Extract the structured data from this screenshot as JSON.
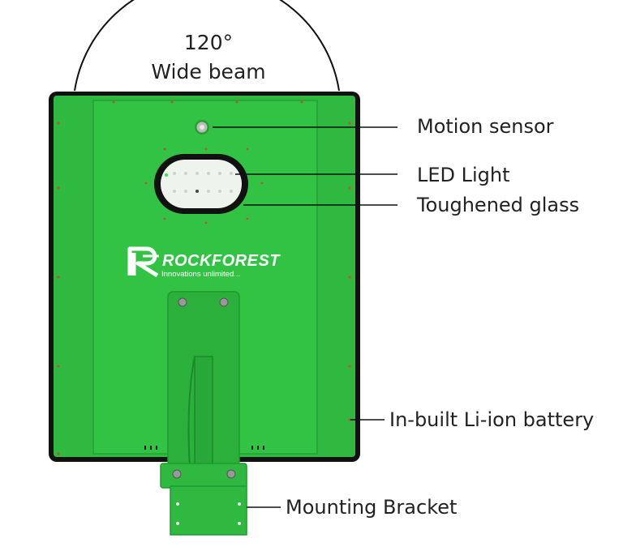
{
  "beam": {
    "angle": "120°",
    "text": "Wide beam"
  },
  "brand": {
    "name": "ROCKFOREST",
    "tagline": "Innovations unlimited..."
  },
  "callouts": {
    "motion_sensor": "Motion sensor",
    "led_light": "LED Light",
    "toughened_glass": "Toughened glass",
    "battery": "In-built Li-ion battery",
    "bracket": "Mounting Bracket"
  },
  "colors": {
    "panel_green": "#2fb940",
    "panel_dark_green": "#27a838",
    "frame_black": "#111111",
    "led_white": "#eef3ee"
  }
}
